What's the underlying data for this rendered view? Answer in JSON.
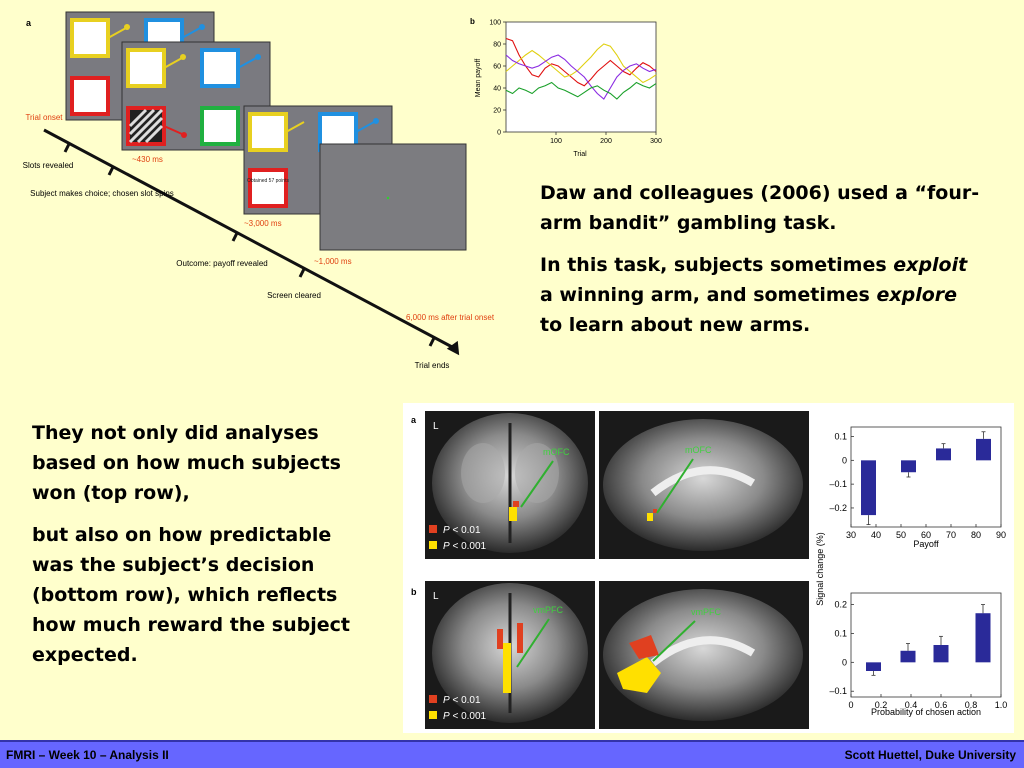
{
  "figure_a": {
    "panel_letter": "a",
    "timeline_labels": {
      "trial_onset": "Trial onset",
      "slots_revealed": "Slots revealed",
      "subject_choice": "Subject makes choice; chosen slot spins",
      "outcome": "Outcome: payoff revealed",
      "screen_cleared": "Screen cleared",
      "trial_ends": "Trial ends"
    },
    "timings": {
      "t1": "~430 ms",
      "t2": "~3,000 ms",
      "t3": "~1,000 ms",
      "t4": "6,000 ms after trial onset"
    },
    "slot_text": "Obtained 57 points"
  },
  "figure_b_top": {
    "panel_letter": "b",
    "chart_data": {
      "type": "line",
      "xlabel": "Trial",
      "ylabel": "Mean payoff",
      "xlim": [
        0,
        300
      ],
      "ylim": [
        0,
        100
      ],
      "xticks": [
        100,
        200,
        300
      ],
      "yticks": [
        0,
        20,
        40,
        60,
        80,
        100
      ],
      "series": [
        {
          "color": "#e01010",
          "values": [
            85,
            83,
            70,
            60,
            52,
            50,
            58,
            62,
            60,
            55,
            50,
            45,
            42,
            48,
            55,
            60,
            65,
            60,
            55,
            52,
            58,
            63,
            60,
            55
          ]
        },
        {
          "color": "#e0d010",
          "values": [
            55,
            60,
            65,
            70,
            74,
            70,
            65,
            60,
            55,
            50,
            52,
            56,
            62,
            68,
            75,
            80,
            78,
            70,
            60,
            55,
            50,
            45,
            48,
            52
          ]
        },
        {
          "color": "#8a2be2",
          "values": [
            70,
            65,
            62,
            60,
            58,
            60,
            64,
            68,
            70,
            66,
            60,
            55,
            50,
            42,
            35,
            30,
            40,
            50,
            56,
            60,
            62,
            58,
            55,
            57
          ]
        },
        {
          "color": "#1aa02a",
          "values": [
            38,
            35,
            40,
            38,
            35,
            40,
            42,
            45,
            40,
            38,
            35,
            32,
            36,
            40,
            42,
            38,
            35,
            30,
            36,
            40,
            45,
            42,
            40,
            44
          ]
        }
      ]
    }
  },
  "text_right": {
    "p1": "Daw and colleagues (2006) used a “four-arm bandit” gambling task.",
    "p2_start": "In this task, subjects sometimes ",
    "p2_exploit": "exploit",
    "p2_mid": " a winning arm, and sometimes ",
    "p2_explore": "explore",
    "p2_end": " to learn about new arms."
  },
  "text_left": {
    "p1": "They not only did analyses based on how much subjects won (top row),",
    "p2": "but also on how predictable was the subject’s decision (bottom row), which reflects how much reward the subject expected."
  },
  "brain_figure": {
    "row_a_letter": "a",
    "row_b_letter": "b",
    "side_label": "L",
    "region_top": "mOFC",
    "region_bottom": "vmPFC",
    "legend": {
      "p": "P",
      "p1": " < 0.01",
      "p2": " < 0.001"
    },
    "colors": {
      "p01": "#e04020",
      "p001": "#ffe000"
    },
    "y_label_shared": "Signal change (%)",
    "chart_data": [
      {
        "type": "bar",
        "xlabel": "Payoff",
        "x": [
          37,
          53,
          67,
          83
        ],
        "values": [
          -0.23,
          -0.05,
          0.05,
          0.09
        ],
        "errors": [
          0.04,
          0.02,
          0.02,
          0.03
        ],
        "xlim": [
          30,
          90
        ],
        "ylim": [
          -0.28,
          0.14
        ],
        "xticks": [
          30,
          40,
          50,
          60,
          70,
          80,
          90
        ],
        "yticks": [
          0.1,
          0,
          -0.1,
          -0.2
        ],
        "ytick_labels": [
          "0.1",
          "0",
          "–0.1",
          "–0.2"
        ],
        "color": "#2a2a99"
      },
      {
        "type": "bar",
        "xlabel": "Probability of chosen action",
        "x": [
          0.15,
          0.38,
          0.6,
          0.88
        ],
        "values": [
          -0.03,
          0.04,
          0.06,
          0.17
        ],
        "errors": [
          0.015,
          0.025,
          0.03,
          0.03
        ],
        "xlim": [
          0,
          1
        ],
        "ylim": [
          -0.12,
          0.24
        ],
        "xticks": [
          0,
          0.2,
          0.4,
          0.6,
          0.8,
          1.0
        ],
        "xtick_labels": [
          "0",
          "0.2",
          "0.4",
          "0.6",
          "0.8",
          "1.0"
        ],
        "yticks": [
          0.2,
          0.1,
          0,
          -0.1
        ],
        "ytick_labels": [
          "0.2",
          "0.1",
          "0",
          "–0.1"
        ],
        "color": "#2a2a99"
      }
    ]
  },
  "footer": {
    "left": "FMRI – Week 10 – Analysis II",
    "right": "Scott Huettel, Duke University"
  }
}
